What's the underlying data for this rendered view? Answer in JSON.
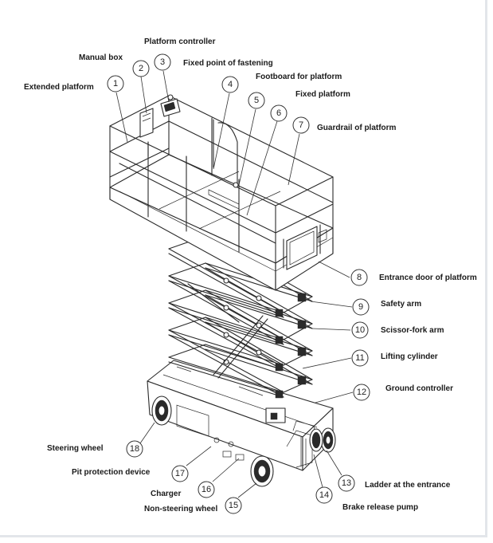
{
  "labels": {
    "platform_controller": "Platform controller",
    "manual_box": "Manual box",
    "fixed_point_of_fastening": "Fixed point of fastening",
    "extended_platform": "Extended platform",
    "footboard_for_platform": "Footboard for platform",
    "fixed_platform": "Fixed platform",
    "guardrail_of_platform": "Guardrail of platform",
    "entrance_door_of_platform": "Entrance door of platform",
    "safety_arm": "Safety arm",
    "scissor_fork_arm": "Scissor-fork arm",
    "lifting_cylinder": "Lifting cylinder",
    "ground_controller": "Ground controller",
    "steering_wheel": "Steering wheel",
    "pit_protection_device": "Pit protection device",
    "charger": "Charger",
    "non_steering_wheel": "Non-steering wheel",
    "ladder_at_the_entrance": "Ladder at the entrance",
    "brake_release_pump": "Brake release pump"
  },
  "callouts": [
    "1",
    "2",
    "3",
    "4",
    "5",
    "6",
    "7",
    "8",
    "9",
    "10",
    "11",
    "12",
    "13",
    "14",
    "15",
    "16",
    "17",
    "18"
  ]
}
